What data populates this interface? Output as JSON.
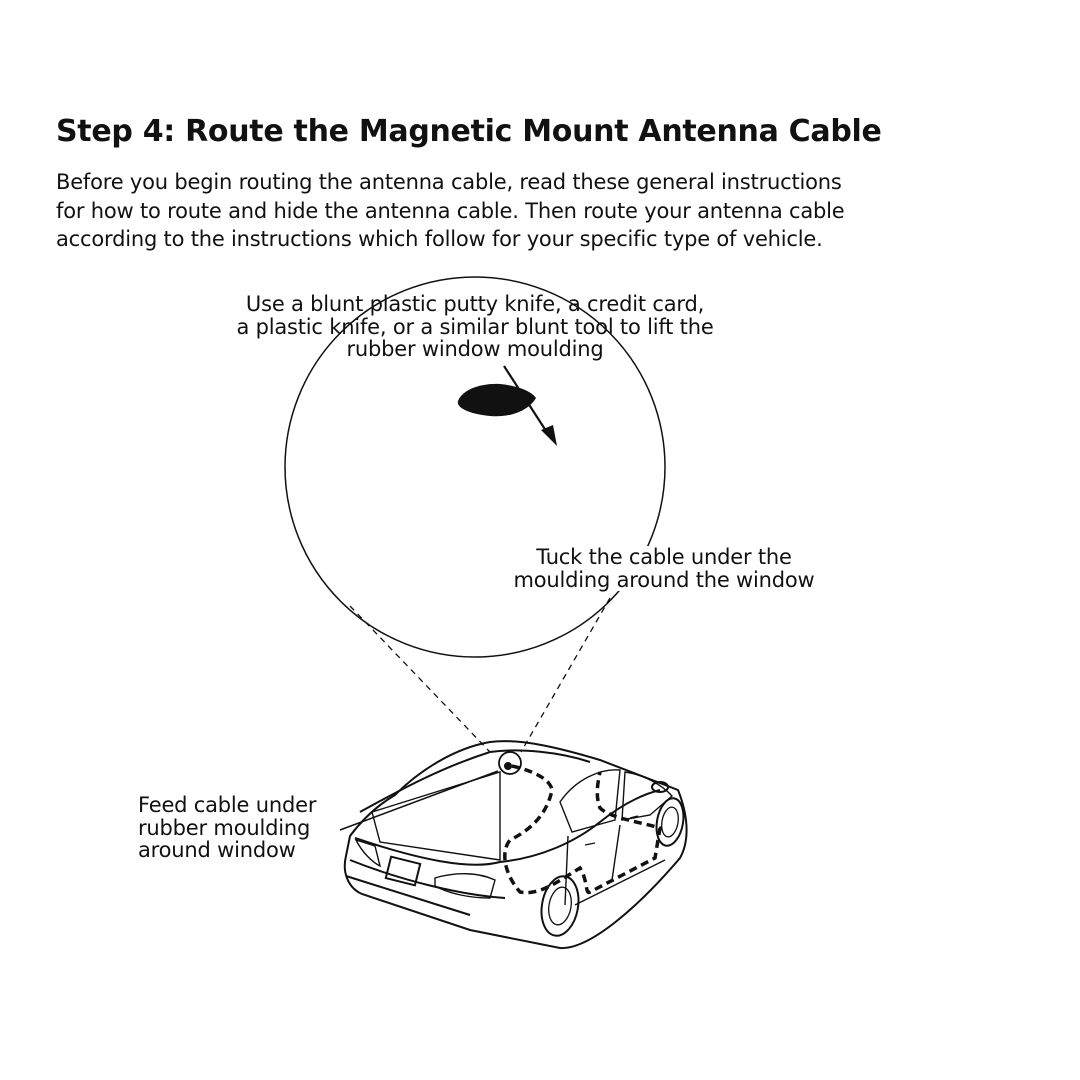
{
  "header": {
    "title": "Step 4: Route the Magnetic Mount Antenna Cable"
  },
  "intro": {
    "lines": [
      "Before you begin routing the antenna cable, read these general instructions",
      "for how to route and hide the antenna cable. Then route your antenna cable",
      "according to the instructions which follow for your specific type of vehicle."
    ]
  },
  "callouts": {
    "putty_knife": [
      "Use a blunt plastic putty knife, a credit card,",
      "a plastic knife, or a similar blunt tool to lift the",
      "rubber window moulding"
    ],
    "tuck_cable": [
      "Tuck the cable under the",
      "moulding around the window"
    ],
    "feed_cable": [
      "Feed cable under",
      "rubber moulding",
      "around window"
    ]
  },
  "colors": {
    "ink": "#111111",
    "background": "#ffffff"
  }
}
